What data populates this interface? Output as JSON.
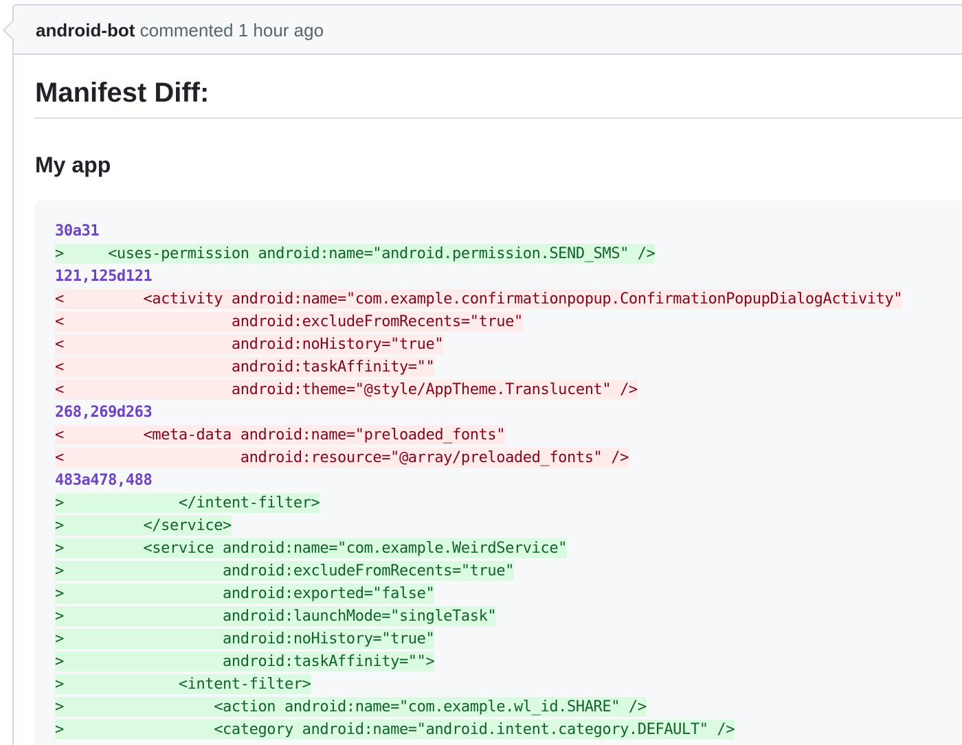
{
  "comment": {
    "author": "android-bot",
    "action": "commented",
    "time": "1 hour ago"
  },
  "heading": "Manifest Diff:",
  "subheading": "My app",
  "diff": {
    "lines": [
      {
        "type": "hunk",
        "text": "30a31"
      },
      {
        "type": "add",
        "text": ">     <uses-permission android:name=\"android.permission.SEND_SMS\" />"
      },
      {
        "type": "hunk",
        "text": "121,125d121"
      },
      {
        "type": "del",
        "text": "<         <activity android:name=\"com.example.confirmationpopup.ConfirmationPopupDialogActivity\""
      },
      {
        "type": "del",
        "text": "<                   android:excludeFromRecents=\"true\""
      },
      {
        "type": "del",
        "text": "<                   android:noHistory=\"true\""
      },
      {
        "type": "del",
        "text": "<                   android:taskAffinity=\"\""
      },
      {
        "type": "del",
        "text": "<                   android:theme=\"@style/AppTheme.Translucent\" />"
      },
      {
        "type": "hunk",
        "text": "268,269d263"
      },
      {
        "type": "del",
        "text": "<         <meta-data android:name=\"preloaded_fonts\""
      },
      {
        "type": "del",
        "text": "<                    android:resource=\"@array/preloaded_fonts\" />"
      },
      {
        "type": "hunk",
        "text": "483a478,488"
      },
      {
        "type": "add",
        "text": ">             </intent-filter>"
      },
      {
        "type": "add",
        "text": ">         </service>"
      },
      {
        "type": "add",
        "text": ">         <service android:name=\"com.example.WeirdService\""
      },
      {
        "type": "add",
        "text": ">                  android:excludeFromRecents=\"true\""
      },
      {
        "type": "add",
        "text": ">                  android:exported=\"false\""
      },
      {
        "type": "add",
        "text": ">                  android:launchMode=\"singleTask\""
      },
      {
        "type": "add",
        "text": ">                  android:noHistory=\"true\""
      },
      {
        "type": "add",
        "text": ">                  android:taskAffinity=\"\">"
      },
      {
        "type": "add",
        "text": ">             <intent-filter>"
      },
      {
        "type": "add",
        "text": ">                 <action android:name=\"com.example.wl_id.SHARE\" />"
      },
      {
        "type": "add",
        "text": ">                 <category android:name=\"android.intent.category.DEFAULT\" />"
      }
    ]
  },
  "colors": {
    "hunk": "#6f42c1",
    "add_bg": "#dafbe1",
    "add_fg": "#116329",
    "del_bg": "#ffebe9",
    "del_fg": "#82071e"
  }
}
